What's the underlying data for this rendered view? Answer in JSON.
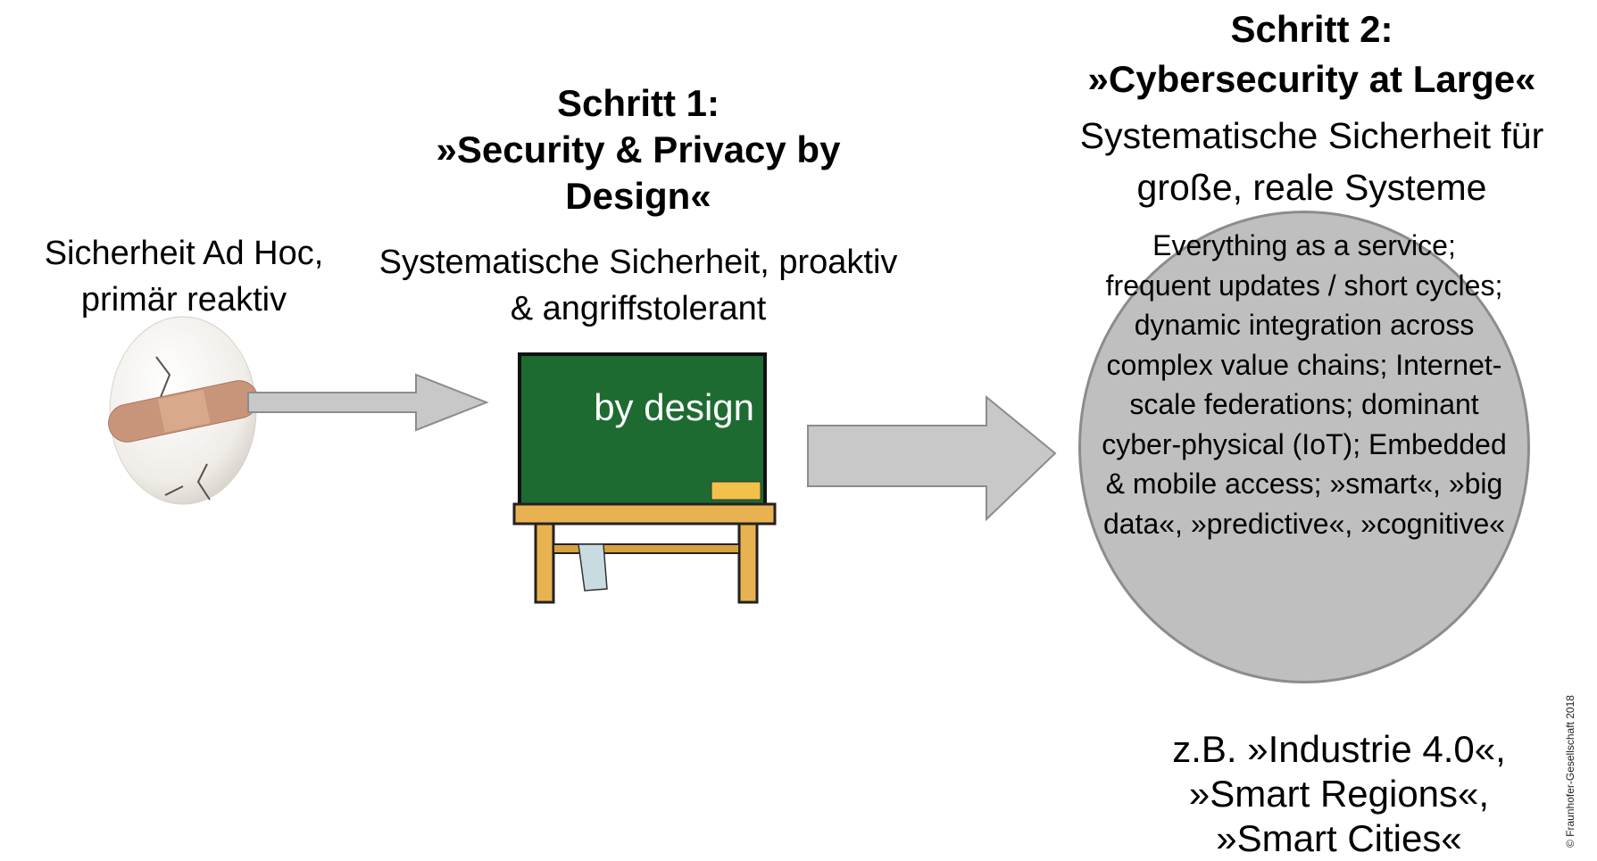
{
  "stage0": {
    "label": "Sicherheit Ad Hoc, primär reaktiv"
  },
  "stage1": {
    "title": "Schritt 1:",
    "subtitle": "»Security & Privacy by Design«",
    "description": "Systematische Sicherheit, proaktiv & angriffstolerant",
    "board_text": "by design"
  },
  "stage2": {
    "title": "Schritt 2:",
    "subtitle": "»Cybersecurity at Large«",
    "description": "Systematische Sicherheit für große, reale Systeme",
    "circle_text": "Everything as a service; frequent updates / short cycles; dynamic integration across complex value chains; Internet-scale federations; dominant cyber-physical (IoT); Embedded & mobile access; »smart«, »big data«, »predictive«, »cognitive«",
    "examples": "z.B. »Industrie 4.0«, »Smart Regions«, »Smart Cities«"
  },
  "copyright": "© Fraunhofer-Gesellschaft 2018",
  "colors": {
    "arrow_fill": "#c8c8c8",
    "arrow_stroke": "#8c8c8c",
    "circle_fill": "#bfbfbf",
    "board_green": "#1e6b32",
    "table_wood": "#e8b250"
  },
  "icons": [
    "cracked-egg-bandaid-icon",
    "chalkboard-table-icon"
  ]
}
